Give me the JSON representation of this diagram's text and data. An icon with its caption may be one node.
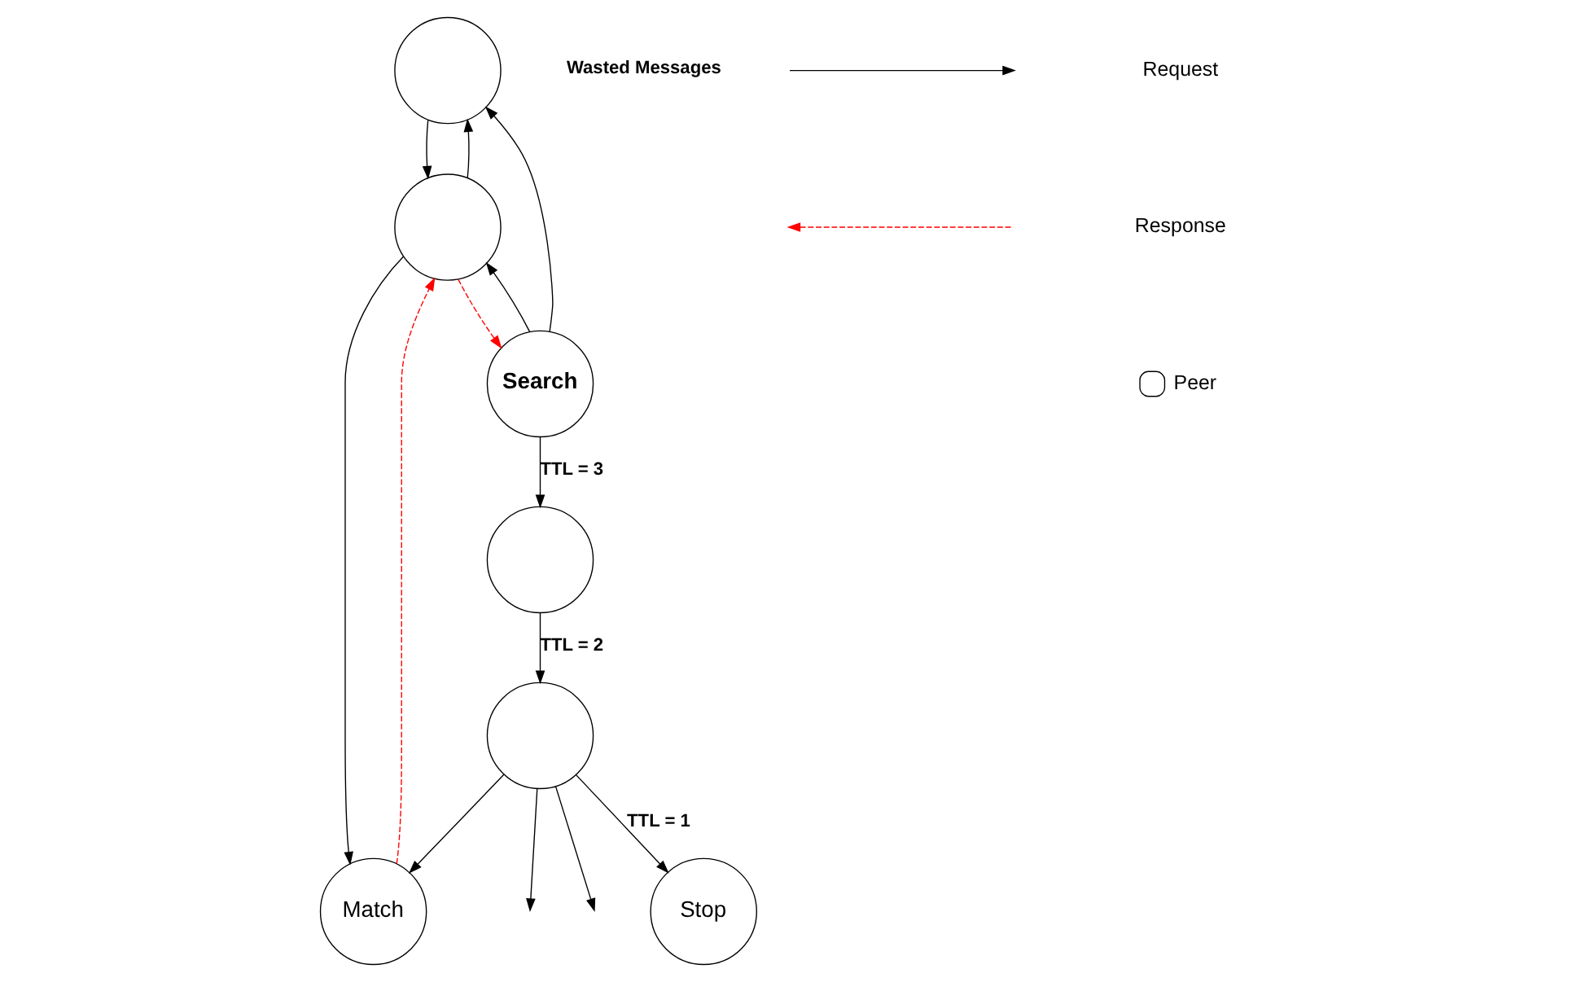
{
  "diagram": {
    "nodes": [
      {
        "text": [],
        "shape": "circle"
      },
      {
        "text": [],
        "shape": "circle"
      },
      {
        "text": [
          "Search"
        ]
      },
      {
        "text": [],
        "shape": "circle"
      },
      {
        "text": [],
        "shape": "circle"
      },
      {
        "text": [
          "Match"
        ]
      },
      {
        "text": [
          "Stop"
        ]
      }
    ],
    "edges": [
      {
        "from": 2,
        "to": 0,
        "arrow": "to"
      },
      {
        "from": 2,
        "to": 1,
        "arrow": "to",
        "label": "TTL = 3"
      },
      {
        "from": 1,
        "to": 3,
        "arrow": "to",
        "label": "TTL = 2"
      },
      {
        "from": 3,
        "to": null,
        "arrow": "to"
      },
      {
        "from": 3,
        "to": null,
        "arrow": "to"
      },
      {
        "from": 3,
        "to": 5,
        "arrow": "to"
      },
      {
        "from": 3,
        "to": 6,
        "arrow": "to",
        "label": "TTL = 1"
      },
      {
        "from": 2,
        "to": 4,
        "arrow": "to"
      },
      {
        "from": 0,
        "to": 4,
        "arrow": "to"
      },
      {
        "from": 4,
        "to": 0,
        "arrow": "to"
      },
      {
        "from": 4,
        "to": 5,
        "arrow": "to"
      },
      {
        "from": 5,
        "to": 4,
        "arrow": "to",
        "style": "dashed",
        "color": "#ff0000"
      },
      {
        "from": 4,
        "to": 2,
        "arrow": "to",
        "style": "dashed",
        "color": "#ff0000"
      }
    ],
    "labels": [
      "Wasted Messages"
    ],
    "legend": [
      {
        "text": "Request"
      },
      {
        "text": "Response"
      },
      {
        "text": "Peer"
      }
    ]
  }
}
